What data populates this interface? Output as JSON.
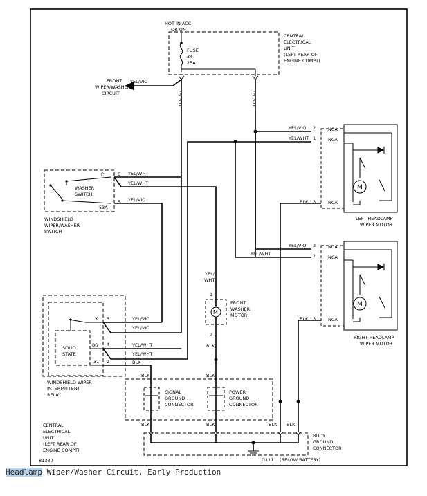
{
  "caption": {
    "highlight": "Headlamp",
    "rest": " Wiper/Washer Circuit, Early Production"
  },
  "figure_id": "81330",
  "central_unit_top": {
    "hot_line1": "HOT IN ACC",
    "hot_line2": "OR ON",
    "fuse_label": "FUSE",
    "fuse_num": "34",
    "fuse_amp": "25A",
    "desc": [
      "CENTRAL",
      "ELECTRICAL",
      "UNIT",
      "(LEFT REAR OF",
      "ENGINE COMPT)"
    ]
  },
  "front_circuit": {
    "wire": "YEL/VIO",
    "label": [
      "FRONT",
      "WIPER/WASHER",
      "CIRCUIT"
    ]
  },
  "vertical_wires": {
    "left": "YEL/VIO",
    "right": "YEL/VIO"
  },
  "washer_switch": {
    "name": [
      "WASHER",
      "SWITCH"
    ],
    "pin_p": "P",
    "pin_53a": "53A",
    "pin6": "6",
    "pin5": "5",
    "w_p": "YEL/WHT",
    "w_6": "YEL/WHT",
    "w_5": "YEL/VIO",
    "desc": [
      "WINDSHIELD",
      "WIPER/WASHER",
      "SWITCH"
    ]
  },
  "left_motor": {
    "pins": [
      "2",
      "1",
      "3"
    ],
    "nca": [
      "NCA",
      "NCA",
      "NCA"
    ],
    "wires": [
      "YEL/VIO",
      "YEL/WHT",
      "BLK"
    ],
    "label": [
      "LEFT HEADLAMP",
      "WIPER MOTOR"
    ]
  },
  "right_motor": {
    "pins": [
      "2",
      "1",
      "3"
    ],
    "nca": [
      "NCA",
      "NCA",
      "NCA"
    ],
    "wires": [
      "YEL/VIO",
      "YEL/WHT",
      "BLK"
    ],
    "label": [
      "RIGHT HEADLAMP",
      "WIPER MOTOR"
    ]
  },
  "motor_symbol": "M",
  "center_wire": "YEL/WHT",
  "front_washer": {
    "wire": [
      "YEL/",
      "WHT"
    ],
    "pin1": "1",
    "pin2": "2",
    "label": [
      "FRONT",
      "WASHER",
      "MOTOR"
    ],
    "blk": "BLK"
  },
  "relay": {
    "pins": {
      "x": "X",
      "p3": "3",
      "p4": "4",
      "p86": "86",
      "p31": "31"
    },
    "wires": [
      "YEL/VIO",
      "YEL/VIO",
      "YEL/WHT",
      "YEL/WHT",
      "BLK"
    ],
    "state": [
      "SOLID",
      "STATE"
    ],
    "desc": [
      "WINDSHIELD WIPER",
      "INTERMITTENT",
      "RELAY"
    ]
  },
  "blk_labels": {
    "relay_out": "BLK",
    "sig_in": "BLK",
    "sig_out": "BLK",
    "pwr_out": "BLK",
    "mot_l": "BLK",
    "mot_r": "BLK"
  },
  "signal_ground": [
    "SIGNAL",
    "GROUND",
    "CONNECTOR"
  ],
  "power_ground": [
    "POWER",
    "GROUND",
    "CONNECTOR"
  ],
  "central_unit_bottom": [
    "CENTRAL",
    "ELECTRICAL",
    "UNIT",
    "(LEFT REAR OF",
    "ENGINE COMPT)"
  ],
  "body_ground": [
    "BODY",
    "GROUND",
    "CONNECTOR"
  ],
  "ground_point": {
    "id": "G111",
    "note": "(BELOW BATTERY)"
  }
}
